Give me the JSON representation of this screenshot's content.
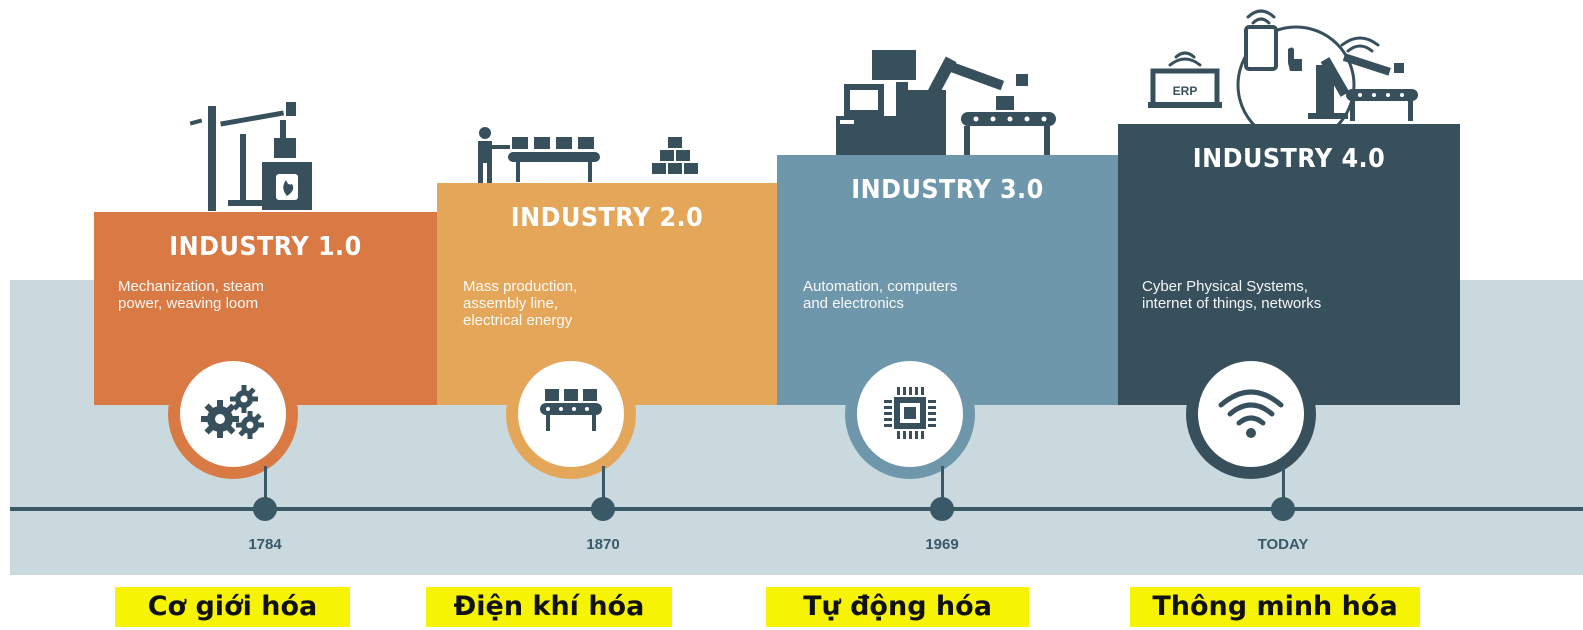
{
  "stages": [
    {
      "title": "INDUSTRY 1.0",
      "desc": [
        "Mechanization, steam",
        "power, weaving loom"
      ],
      "year": "1784",
      "vn": "Cơ giới hóa",
      "color": "#d97a45",
      "icon": "gears-icon",
      "illustration": "steam-engine-icon"
    },
    {
      "title": "INDUSTRY 2.0",
      "desc": [
        "Mass production,",
        "assembly line,",
        "electrical energy"
      ],
      "year": "1870",
      "vn": "Điện khí hóa",
      "color": "#e4a659",
      "icon": "conveyor-belt-icon",
      "illustration": "assembly-line-icon"
    },
    {
      "title": "INDUSTRY 3.0",
      "desc": [
        "Automation, computers",
        "and electronics"
      ],
      "year": "1969",
      "vn": "Tự động hóa",
      "color": "#6e97ab",
      "icon": "microchip-icon",
      "illustration": "robot-arm-computer-icon"
    },
    {
      "title": "INDUSTRY 4.0",
      "desc": [
        "Cyber Physical Systems,",
        "internet of things, networks"
      ],
      "year": "TODAY",
      "vn": "Thông minh hóa",
      "color": "#37505c",
      "icon": "wifi-icon",
      "illustration": "erp-network-icon",
      "erp_label": "ERP"
    }
  ],
  "colors": {
    "background_band": "#c9d9dd",
    "timeline": "#3a5967",
    "highlight": "#f6f305",
    "icon_dark": "#37505c"
  }
}
